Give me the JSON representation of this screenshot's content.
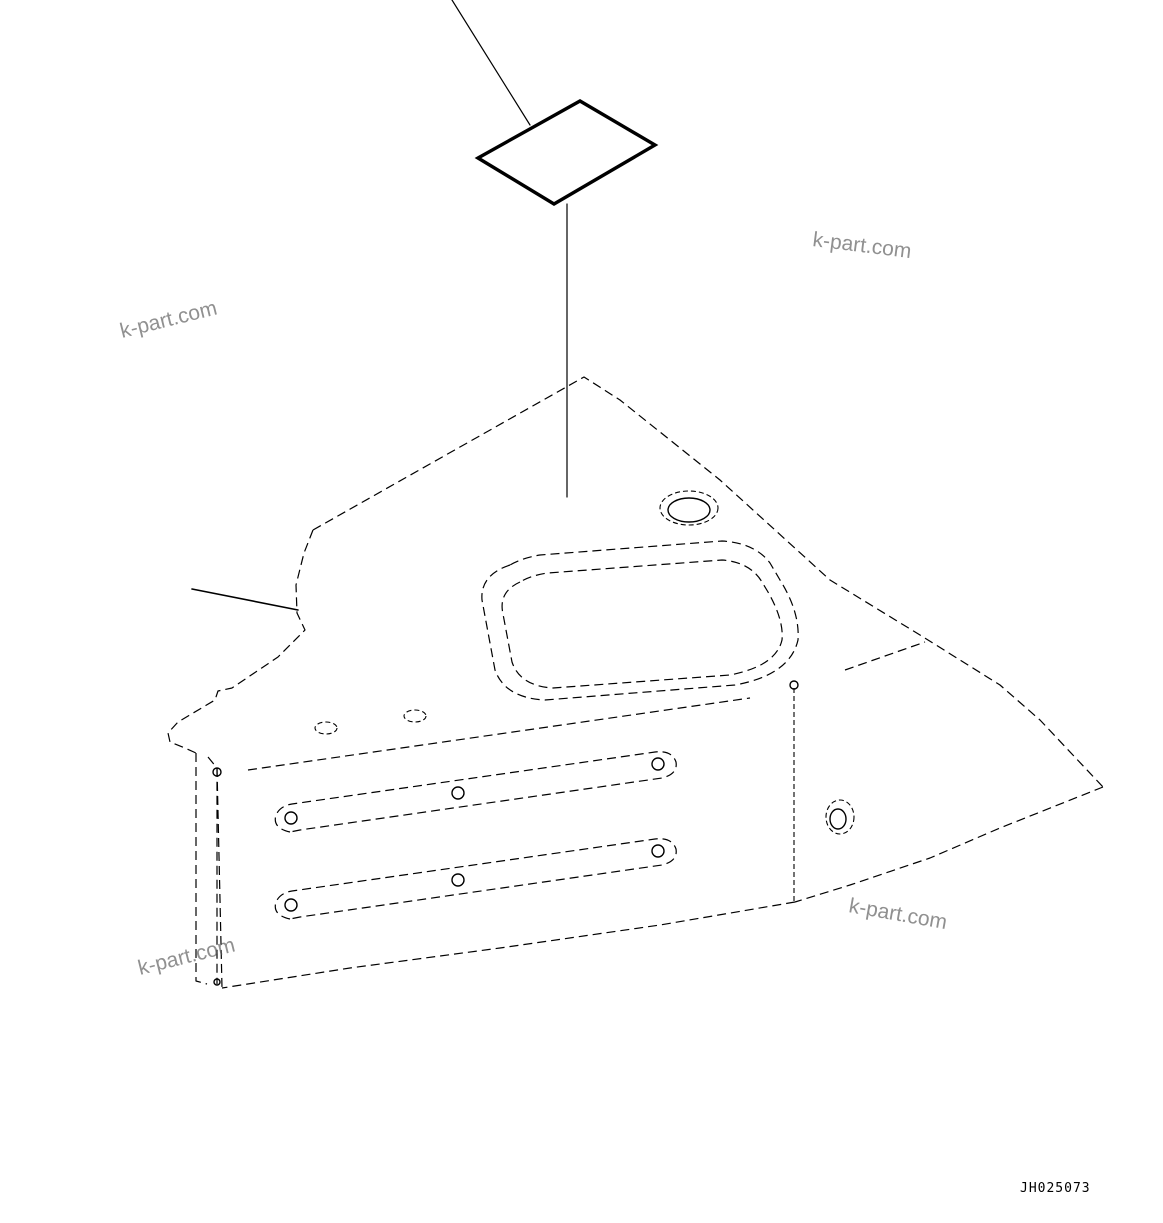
{
  "watermarks": {
    "top_right": "k-part.com",
    "top_left": "k-part.com",
    "bottom_left": "k-part.com",
    "bottom_right": "k-part.com"
  },
  "drawing_code": "JH025073",
  "colors": {
    "line": "#000000",
    "background": "#ffffff",
    "watermark": "#555555"
  }
}
